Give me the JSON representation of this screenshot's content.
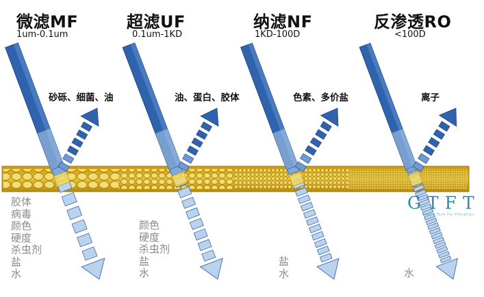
{
  "processes": [
    {
      "title": "微滤MF",
      "range": "1um-0.1um",
      "rejected": "砂砾、细菌、油",
      "passed": [
        "胶体",
        "病毒",
        "颜色",
        "硬度",
        "杀虫剂",
        "盐",
        "水"
      ]
    },
    {
      "title": "超滤UF",
      "range": "0.1um-1KD",
      "rejected": "油、蛋白、胶体",
      "passed": [
        "颜色",
        "硬度",
        "杀虫剂",
        "盐",
        "水"
      ]
    },
    {
      "title": "纳滤NF",
      "range": "1KD-100D",
      "rejected": "色素、多价盐",
      "passed": [
        "盐",
        "水"
      ]
    },
    {
      "title": "反渗透RO",
      "range": "<100D",
      "rejected": "离子",
      "passed": [
        "水"
      ]
    }
  ],
  "logo": {
    "text": "GTFT",
    "subtitle": "Green Tech For Filtration"
  },
  "colors": {
    "arrow_dark": "#2a5fa8",
    "arrow_light": "#b9d3ef",
    "membrane": "#d8ad1a",
    "membrane_light": "#f2dc6a",
    "text": "#111111",
    "passed_text": "#8a8a8a"
  }
}
